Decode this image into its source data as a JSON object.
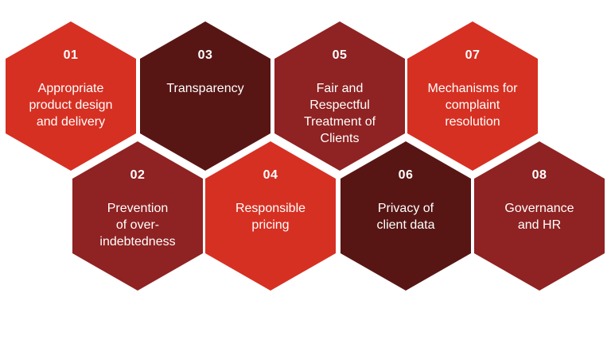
{
  "hexagons": [
    {
      "number": "01",
      "label": "Appropriate\nproduct design\nand delivery",
      "color": "#d63022"
    },
    {
      "number": "03",
      "label": "Transparency",
      "color": "#571614"
    },
    {
      "number": "05",
      "label": "Fair and\nRespectful\nTreatment of\nClients",
      "color": "#8f2222"
    },
    {
      "number": "07",
      "label": "Mechanisms for\ncomplaint\nresolution",
      "color": "#d63022"
    },
    {
      "number": "02",
      "label": "Prevention\nof over-\nindebtedness",
      "color": "#8f2222"
    },
    {
      "number": "04",
      "label": "Responsible\npricing",
      "color": "#d63022"
    },
    {
      "number": "06",
      "label": "Privacy of\nclient data",
      "color": "#571614"
    },
    {
      "number": "08",
      "label": "Governance\nand HR",
      "color": "#8f2222"
    }
  ]
}
